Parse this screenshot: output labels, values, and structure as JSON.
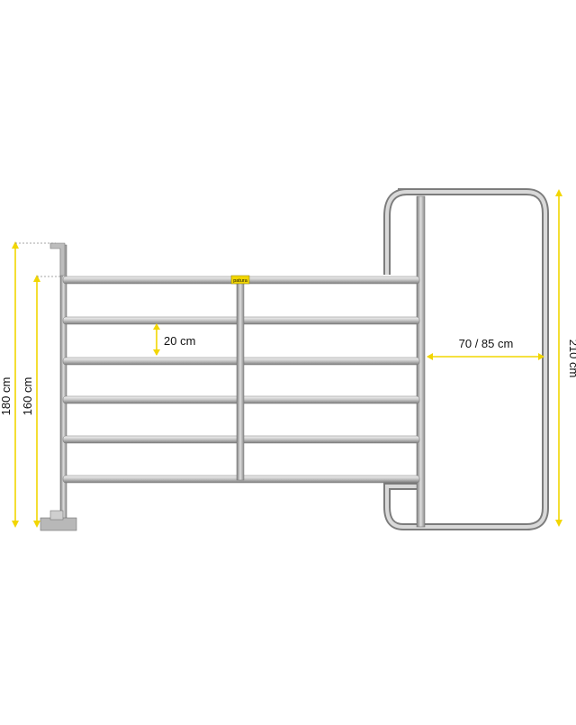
{
  "dimensions": {
    "bar_spacing": "20 cm",
    "door_width": "70 / 85 cm",
    "door_height": "210 cm",
    "post_height": "180 cm",
    "panel_height": "160 cm"
  },
  "colors": {
    "accent": "#f2d600",
    "pipe_light": "#e6e6e6",
    "pipe_dark": "#8a8a8a",
    "background": "#ffffff"
  },
  "label_tag": {
    "text": "patura"
  }
}
